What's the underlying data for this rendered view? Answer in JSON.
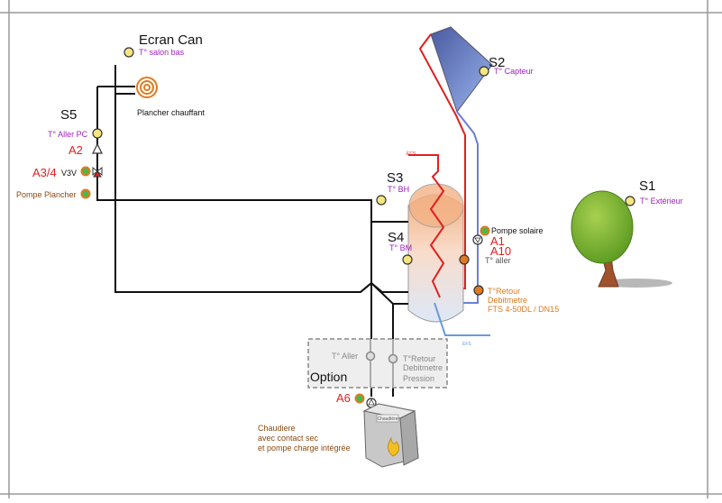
{
  "labels": {
    "ecran_can": "Ecran Can",
    "t_salon_bas": "T° salon bas",
    "plancher_chauffant": "Plancher chauffant",
    "s5": "S5",
    "t_aller_pc": "T° Aller PC",
    "a2": "A2",
    "a34": "A3/4",
    "v3v": "V3V",
    "pompe_plancher": "Pompe Plancher",
    "s2": "S2",
    "t_capteur": "T° Capteur",
    "ecs": "ECS",
    "s3": "S3",
    "t_bh": "T° BH",
    "s4": "S4",
    "t_bm": "T° BM",
    "pompe_solaire": "Pompe solaire",
    "a1": "A1",
    "a10": "A10",
    "t_aller": "T° aller",
    "t_retour": "T°Retour",
    "debitmetre": "Debitmetre",
    "fts": "FTS 4-50DL / DN15",
    "efs": "EFS",
    "s1": "S1",
    "t_exterieur": "T° Extérieur",
    "option": "Option",
    "opt_t_aller": "T° Aller",
    "opt_t_retour": "T°Retour",
    "opt_debitmetre": "Debitmetre",
    "opt_pression": "Pression",
    "a6": "A6",
    "chaudiere_1": "Chaudiere",
    "chaudiere_2": "avec contact sec",
    "chaudiere_3": "et pompe charge intégrée",
    "boiler_badge": "Chaudière"
  },
  "colors": {
    "sensor_yellow": "#f7e680",
    "actuator_green": "#4cb84c",
    "actuator_orange": "#e07a20",
    "red_text": "#e02020",
    "purple_text": "#a020c0",
    "orange_text": "#e07a20",
    "hot_pipe": "#e02020",
    "cold_pipe": "#6a7fd8",
    "water_pipe": "#6a9ad8"
  }
}
